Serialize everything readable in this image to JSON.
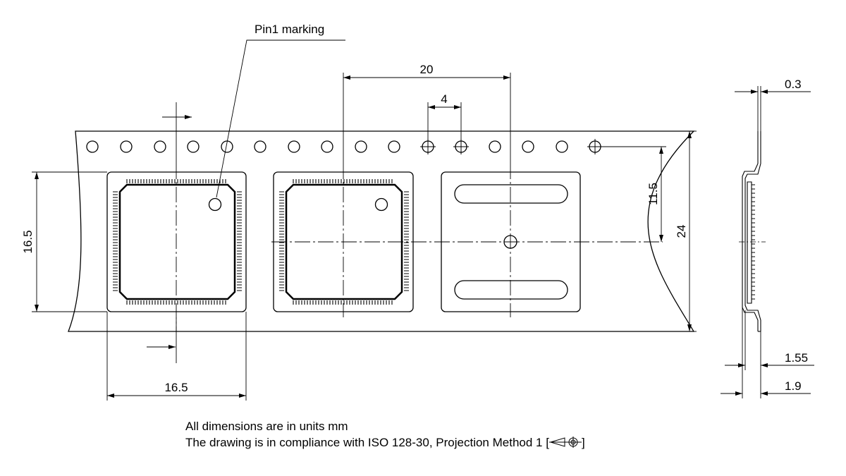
{
  "labels": {
    "pin1": "Pin1 marking",
    "pitch_20": "20",
    "pitch_4": "4",
    "depth_0_3": "0.3",
    "pkg_height": "16.5",
    "pkg_width": "16.5",
    "dim_11_5": "11.5",
    "tape_width": "24",
    "dim_1_55": "1.55",
    "dim_1_9": "1.9"
  },
  "notes": {
    "line1": "All dimensions are in units mm",
    "line2_prefix": "The drawing is in compliance with ISO 128-30, Projection Method 1 [",
    "line2_suffix": "]"
  },
  "icons": {
    "projection_symbol": "first-angle-projection-icon"
  }
}
